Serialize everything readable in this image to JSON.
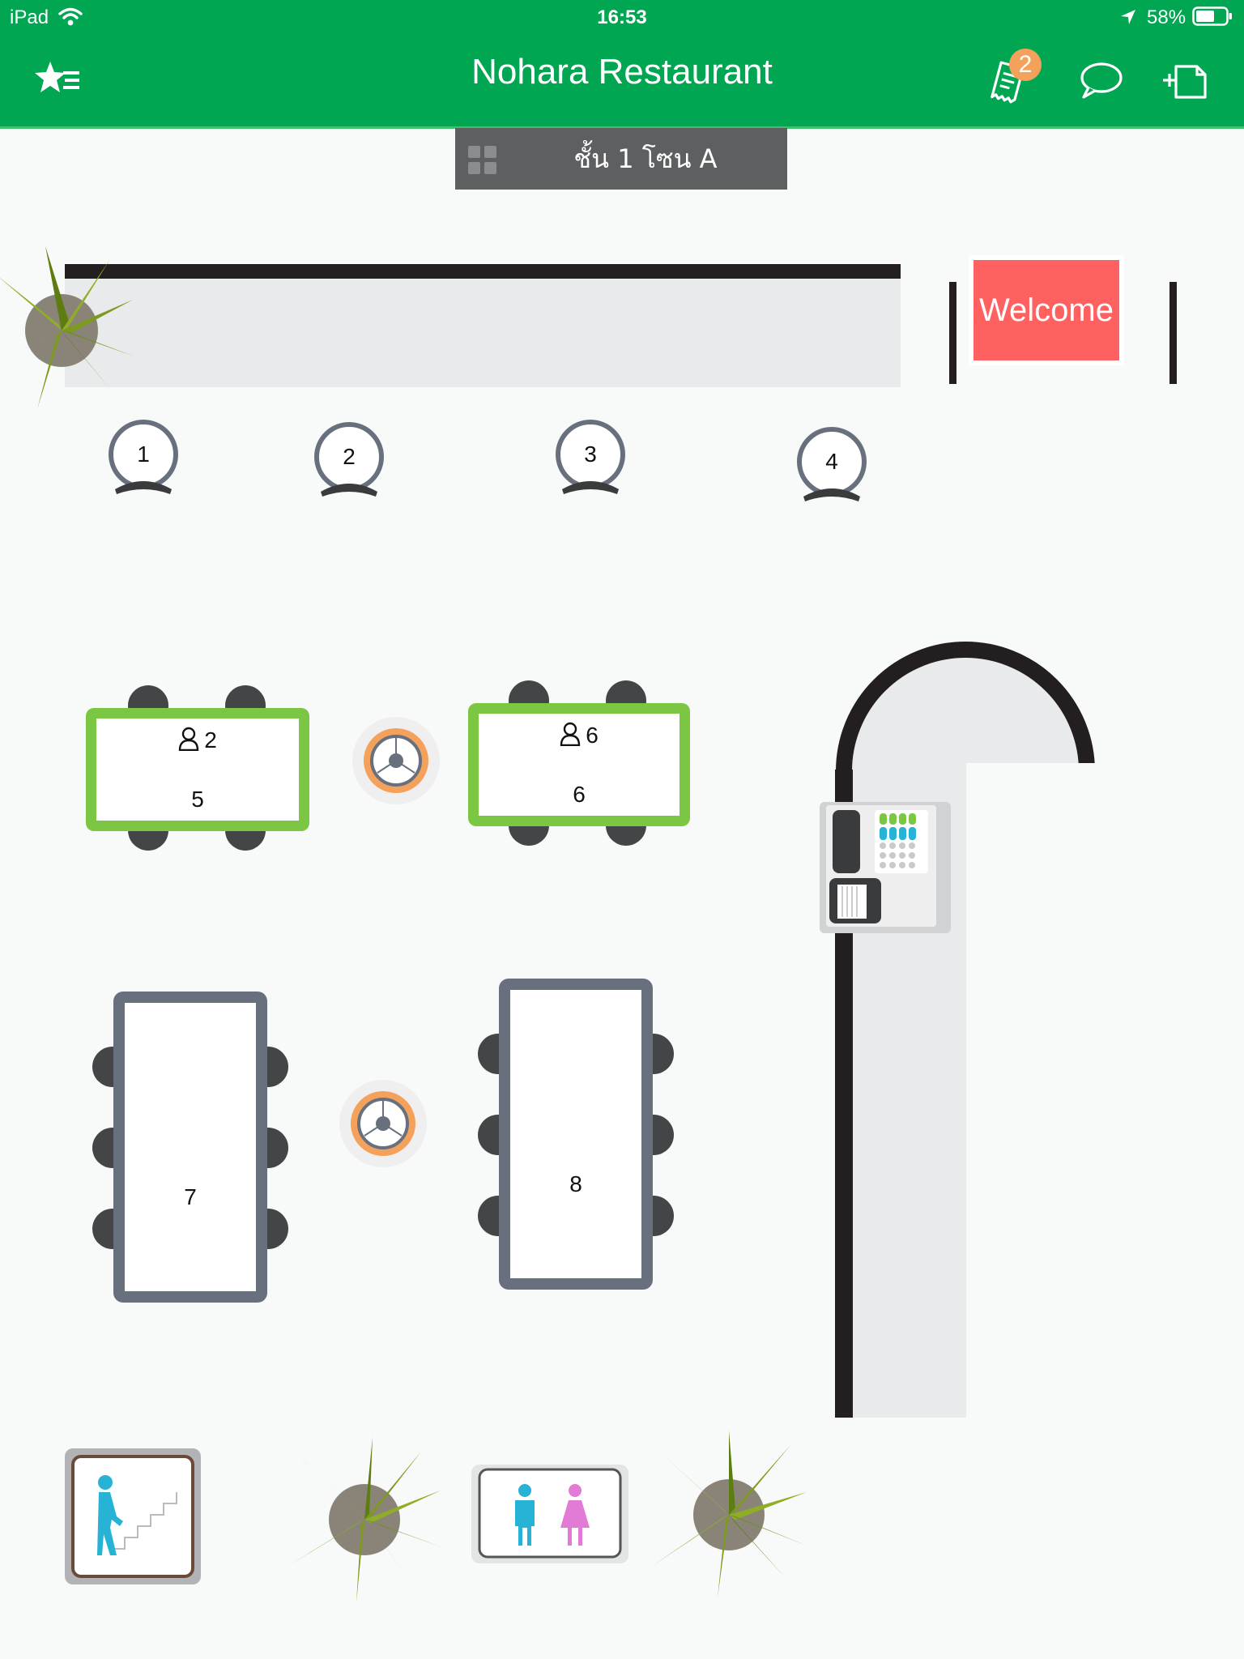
{
  "status_bar": {
    "device": "iPad",
    "time": "16:53",
    "battery": "58%"
  },
  "nav": {
    "title": "Nohara Restaurant",
    "menu_icon": "star-menu-icon",
    "orders_icon": "receipt-icon",
    "orders_badge": "2",
    "chat_icon": "chat-bubble-icon",
    "add_icon": "add-page-icon"
  },
  "zone_selector": {
    "label": "ชั้น 1 โซน A",
    "icon": "grid-icon"
  },
  "welcome_sign": {
    "label": "Welcome"
  },
  "bar_seats": [
    {
      "label": "1"
    },
    {
      "label": "2"
    },
    {
      "label": "3"
    },
    {
      "label": "4"
    }
  ],
  "tables": [
    {
      "label": "5",
      "guests": "2",
      "status": "occupied"
    },
    {
      "label": "6",
      "guests": "6",
      "status": "occupied"
    },
    {
      "label": "7",
      "status": "free"
    },
    {
      "label": "8",
      "status": "free"
    }
  ],
  "colors": {
    "brand_green": "#00a651",
    "occupied_border": "#7bc743",
    "free_border": "#68707e",
    "welcome_red": "#ff6060",
    "badge_orange": "#f4a25b"
  },
  "fixtures": [
    "service-robot-icon",
    "pos-terminal-icon",
    "plant-icon",
    "stairs-icon",
    "restroom-icon"
  ]
}
